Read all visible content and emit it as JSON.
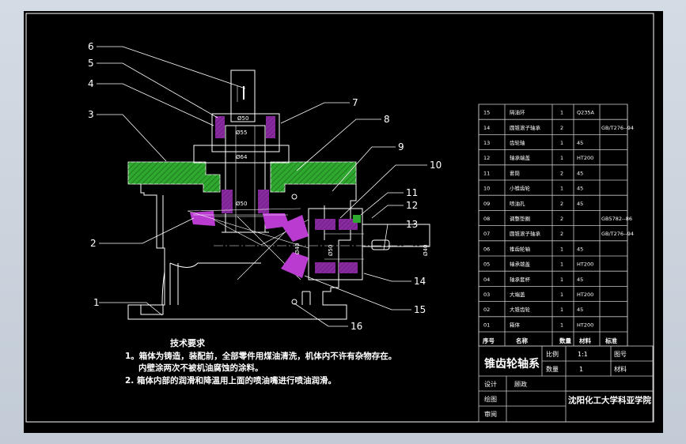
{
  "drawing": {
    "title": "锥齿轮轴系",
    "school": "沈阳化工大学科亚学院",
    "callouts": [
      "1",
      "2",
      "3",
      "4",
      "5",
      "6",
      "7",
      "8",
      "9",
      "10",
      "11",
      "12",
      "13",
      "14",
      "15",
      "16"
    ],
    "dimensions": {
      "d_top_50": "Ø50",
      "d_top_55": "Ø55",
      "d_top_64": "Ø64",
      "d_top_50b": "Ø50",
      "d_h_40": "Ø40",
      "d_h_50": "Ø50",
      "d_h_40b": "Ø40"
    },
    "tech_requirements": {
      "heading": "技术要求",
      "line1": "1。箱体为铸造，装配前，全部零件用煤油清洗，机体内不许有杂物存在。",
      "line2": "内壁涂两次不被机油腐蚀的涂料。",
      "line3": "2. 箱体内部的润滑和降温用上面的喷油嘴进行喷油润滑。"
    }
  },
  "parts_list": {
    "header": {
      "seq": "序号",
      "name": "名称",
      "qty": "数量",
      "material": "材料",
      "remark": "标准"
    },
    "rows": [
      {
        "no": "15",
        "name": "隔油环",
        "qty": "1",
        "material": "Q235A",
        "remark": ""
      },
      {
        "no": "14",
        "name": "圆锥滚子轴承",
        "qty": "2",
        "material": "",
        "remark": "GB/T276--94"
      },
      {
        "no": "13",
        "name": "齿轮轴",
        "qty": "1",
        "material": "45",
        "remark": ""
      },
      {
        "no": "12",
        "name": "轴承端盖",
        "qty": "1",
        "material": "HT200",
        "remark": ""
      },
      {
        "no": "11",
        "name": "套筒",
        "qty": "2",
        "material": "45",
        "remark": ""
      },
      {
        "no": "10",
        "name": "小锥齿轮",
        "qty": "1",
        "material": "45",
        "remark": ""
      },
      {
        "no": "09",
        "name": "喷油孔",
        "qty": "2",
        "material": "45",
        "remark": ""
      },
      {
        "no": "08",
        "name": "调整垫圈",
        "qty": "2",
        "material": "",
        "remark": "GB5782--86"
      },
      {
        "no": "07",
        "name": "圆锥滚子轴承",
        "qty": "2",
        "material": "",
        "remark": "GB/T276--94"
      },
      {
        "no": "06",
        "name": "锥齿轮轴",
        "qty": "1",
        "material": "45",
        "remark": ""
      },
      {
        "no": "05",
        "name": "轴承端盖",
        "qty": "1",
        "material": "HT200",
        "remark": ""
      },
      {
        "no": "04",
        "name": "轴承套杯",
        "qty": "1",
        "material": "45",
        "remark": ""
      },
      {
        "no": "03",
        "name": "大端盖",
        "qty": "1",
        "material": "HT200",
        "remark": ""
      },
      {
        "no": "02",
        "name": "大锥齿轮",
        "qty": "1",
        "material": "45",
        "remark": ""
      },
      {
        "no": "01",
        "name": "箱体",
        "qty": "1",
        "material": "HT200",
        "remark": ""
      }
    ]
  },
  "title_block": {
    "ratio_label": "比例",
    "ratio_value": "1:1",
    "figno_label": "图号",
    "count_label": "数量",
    "count_value": "1",
    "material_label": "材料",
    "design_label": "设计",
    "designer": "顾政",
    "draw_label": "绘图",
    "review_label": "审阅"
  },
  "colors": {
    "background": "#000000",
    "line": "#ffffff",
    "cover_green": "#2ea82e",
    "gear_magenta": "#b93bd0",
    "bearing_magenta": "#8a2aa0",
    "table_gray": "#c8c8c8"
  }
}
